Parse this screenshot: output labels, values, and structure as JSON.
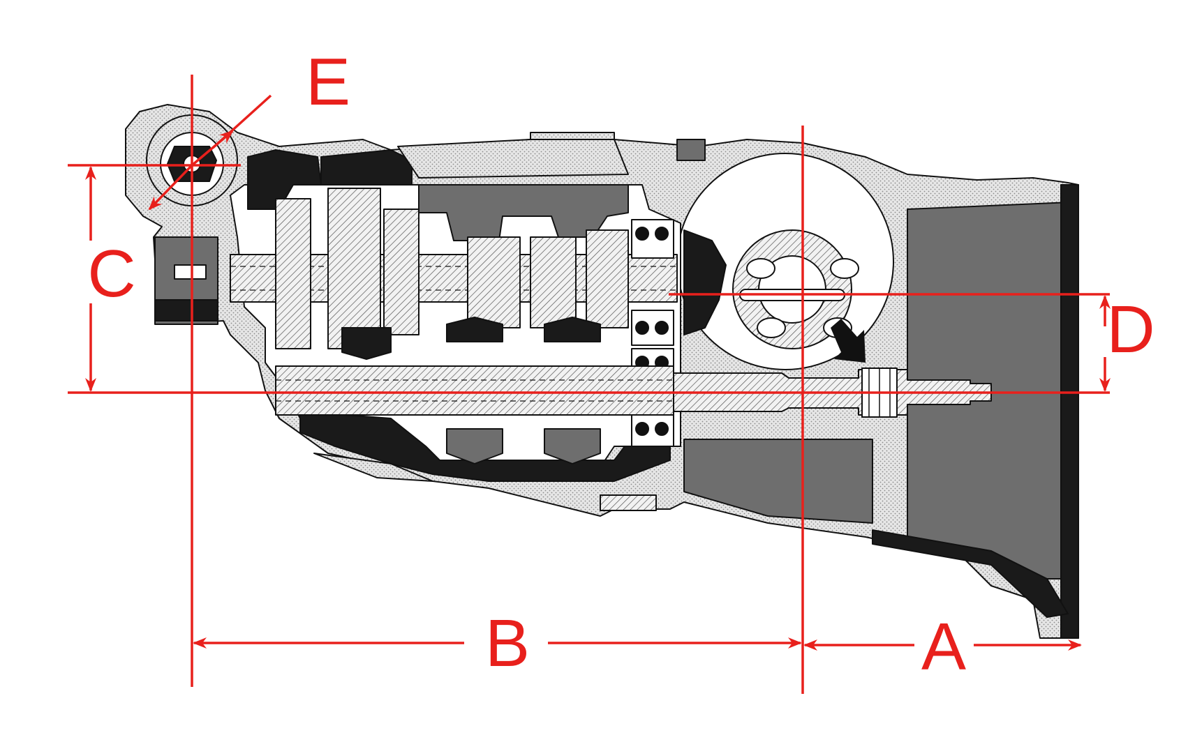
{
  "labels": {
    "a": "A",
    "b": "B",
    "c": "C",
    "d": "D",
    "e": "E"
  },
  "colors": {
    "dimension": "#e8201c",
    "ink": "#111111",
    "dark_fill": "#1a1a1a",
    "gray_fill": "#6e6e6e",
    "light_fill": "#d9d9d9",
    "paper": "#ffffff"
  }
}
